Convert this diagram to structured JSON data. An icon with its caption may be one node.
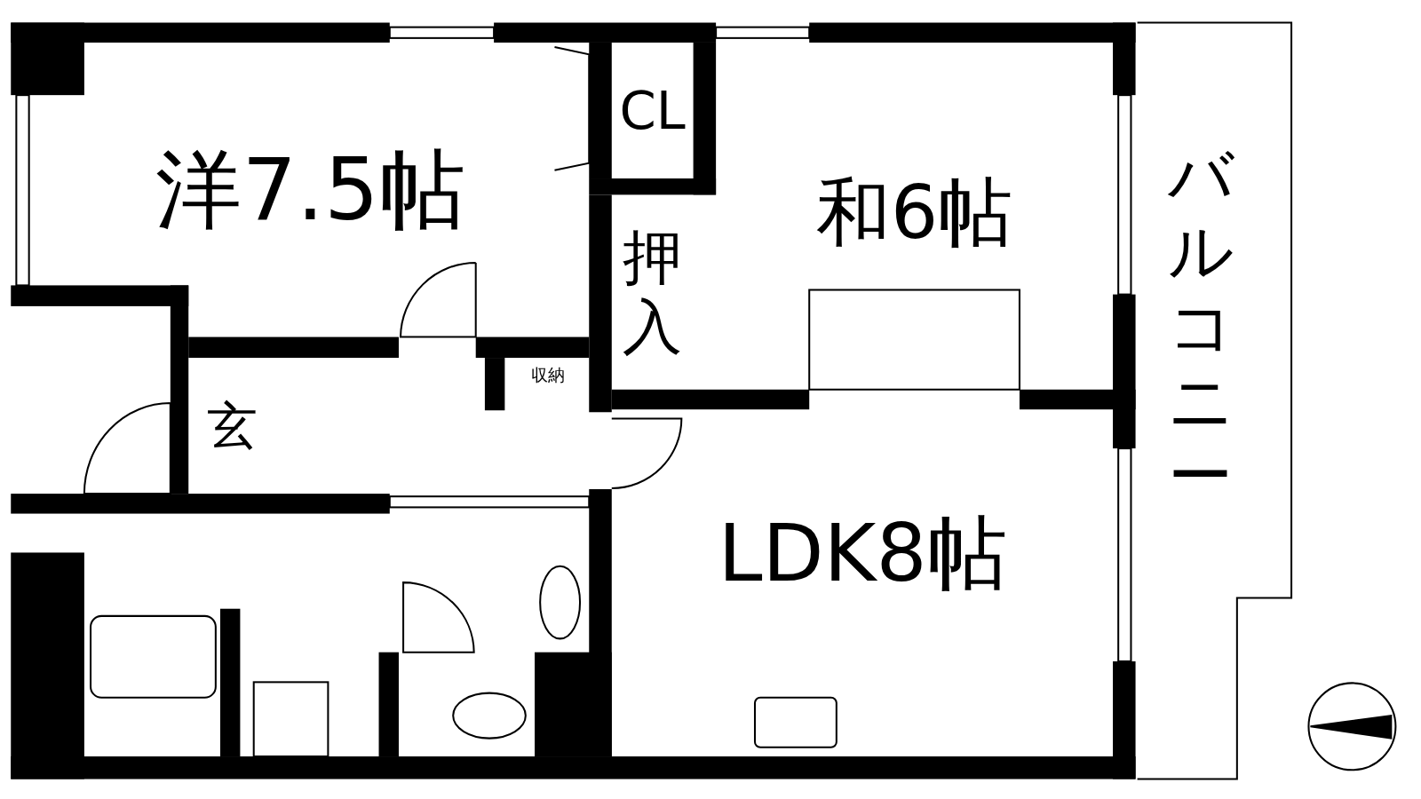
{
  "diagram": {
    "nodes": [
      {
        "text": [
          "洋7.5帖"
        ]
      },
      {
        "text": [
          "CL"
        ]
      },
      {
        "text": [
          "押入"
        ]
      },
      {
        "text": [
          "和6帖"
        ]
      },
      {
        "text": [
          "バルコニー"
        ]
      },
      {
        "text": [
          "玄"
        ]
      },
      {
        "text": [
          "収納"
        ]
      },
      {
        "text": [
          "LDK8帖"
        ]
      }
    ]
  }
}
